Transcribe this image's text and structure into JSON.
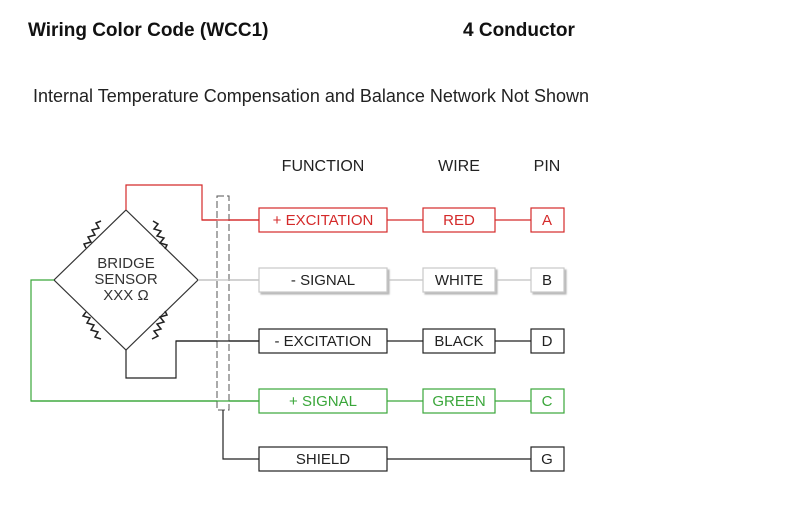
{
  "header": {
    "title": "Wiring Color Code (WCC1)",
    "conductor": "4 Conductor",
    "subtitle": "Internal Temperature Compensation and Balance Network Not Shown"
  },
  "columns": {
    "function": "FUNCTION",
    "wire": "WIRE",
    "pin": "PIN"
  },
  "sensor": {
    "line1": "BRIDGE",
    "line2": "SENSOR",
    "line3": "XXX Ω"
  },
  "rows": [
    {
      "function": "+ EXCITATION",
      "wire": "RED",
      "pin": "A",
      "color": "#d42a2a"
    },
    {
      "function": "- SIGNAL",
      "wire": "WHITE",
      "pin": "B",
      "color": "#b0b0b0"
    },
    {
      "function": "- EXCITATION",
      "wire": "BLACK",
      "pin": "D",
      "color": "#222222"
    },
    {
      "function": "+ SIGNAL",
      "wire": "GREEN",
      "pin": "C",
      "color": "#3aa63a"
    },
    {
      "function": "SHIELD",
      "wire": "",
      "pin": "G",
      "color": "#222222"
    }
  ]
}
